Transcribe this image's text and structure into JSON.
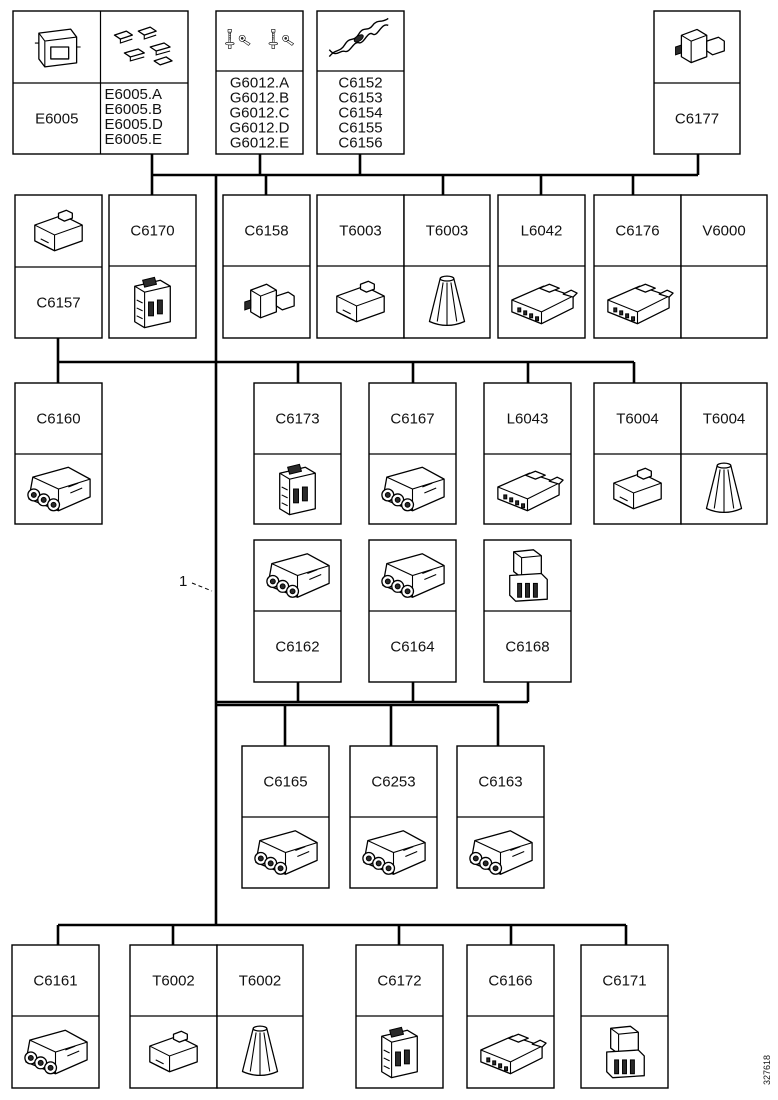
{
  "callout_label": "1",
  "figure_id": "327618",
  "components": [
    {
      "id": "e6005",
      "labels": [
        "E6005",
        "E6005.A",
        "E6005.B",
        "E6005.D",
        "E6005.E"
      ],
      "icons": [
        "connector-housing-icon",
        "terminal-pins-icon"
      ]
    },
    {
      "id": "g6012",
      "labels": [
        "G6012.A",
        "G6012.B",
        "G6012.C",
        "G6012.D",
        "G6012.E"
      ],
      "icons": [
        "ground-stud-icon",
        "ring-terminal-icon"
      ]
    },
    {
      "id": "c6152",
      "labels": [
        "C6152",
        "C6153",
        "C6154",
        "C6155",
        "C6156"
      ],
      "icons": [
        "twisted-splice-icon"
      ]
    },
    {
      "id": "c6177",
      "labels": [
        "C6177"
      ],
      "icons": [
        "small-plug-icon"
      ]
    },
    {
      "id": "c6157",
      "labels": [
        "C6157"
      ],
      "icons": [
        "small-connector-icon"
      ]
    },
    {
      "id": "c6170",
      "labels": [
        "C6170"
      ],
      "icons": [
        "latched-connector-icon"
      ]
    },
    {
      "id": "c6158",
      "labels": [
        "C6158"
      ],
      "icons": [
        "small-plug-icon"
      ]
    },
    {
      "id": "t6003a",
      "labels": [
        "T6003"
      ],
      "icons": [
        "small-connector-icon"
      ]
    },
    {
      "id": "t6003b",
      "labels": [
        "T6003"
      ],
      "icons": [
        "cone-cap-icon"
      ]
    },
    {
      "id": "l6042",
      "labels": [
        "L6042"
      ],
      "icons": [
        "flat-connector-icon"
      ]
    },
    {
      "id": "c6176",
      "labels": [
        "C6176"
      ],
      "icons": [
        "flat-connector-icon"
      ]
    },
    {
      "id": "v6000",
      "labels": [
        "V6000"
      ],
      "icons": []
    },
    {
      "id": "c6160",
      "labels": [
        "C6160"
      ],
      "icons": [
        "multi-pin-connector-icon"
      ]
    },
    {
      "id": "c6173",
      "labels": [
        "C6173"
      ],
      "icons": [
        "latched-connector-icon"
      ]
    },
    {
      "id": "c6167",
      "labels": [
        "C6167"
      ],
      "icons": [
        "multi-pin-connector-icon"
      ]
    },
    {
      "id": "l6043",
      "labels": [
        "L6043"
      ],
      "icons": [
        "flat-connector-icon"
      ]
    },
    {
      "id": "t6004a",
      "labels": [
        "T6004"
      ],
      "icons": [
        "small-connector-icon"
      ]
    },
    {
      "id": "t6004b",
      "labels": [
        "T6004"
      ],
      "icons": [
        "cone-cap-icon"
      ]
    },
    {
      "id": "c6162",
      "labels": [
        "C6162"
      ],
      "icons": [
        "multi-pin-connector-icon"
      ]
    },
    {
      "id": "c6164",
      "labels": [
        "C6164"
      ],
      "icons": [
        "multi-pin-connector-icon"
      ]
    },
    {
      "id": "c6168",
      "labels": [
        "C6168"
      ],
      "icons": [
        "angled-connector-icon"
      ]
    },
    {
      "id": "c6165",
      "labels": [
        "C6165"
      ],
      "icons": [
        "multi-pin-connector-icon"
      ]
    },
    {
      "id": "c6253",
      "labels": [
        "C6253"
      ],
      "icons": [
        "multi-pin-connector-icon"
      ]
    },
    {
      "id": "c6163",
      "labels": [
        "C6163"
      ],
      "icons": [
        "multi-pin-connector-icon"
      ]
    },
    {
      "id": "c6161",
      "labels": [
        "C6161"
      ],
      "icons": [
        "multi-pin-connector-icon"
      ]
    },
    {
      "id": "t6002a",
      "labels": [
        "T6002"
      ],
      "icons": [
        "small-connector-icon"
      ]
    },
    {
      "id": "t6002b",
      "labels": [
        "T6002"
      ],
      "icons": [
        "cone-cap-icon"
      ]
    },
    {
      "id": "c6172",
      "labels": [
        "C6172"
      ],
      "icons": [
        "latched-connector-icon"
      ]
    },
    {
      "id": "c6166",
      "labels": [
        "C6166"
      ],
      "icons": [
        "flat-connector-icon"
      ]
    },
    {
      "id": "c6171",
      "labels": [
        "C6171"
      ],
      "icons": [
        "angled-connector-icon"
      ]
    }
  ]
}
